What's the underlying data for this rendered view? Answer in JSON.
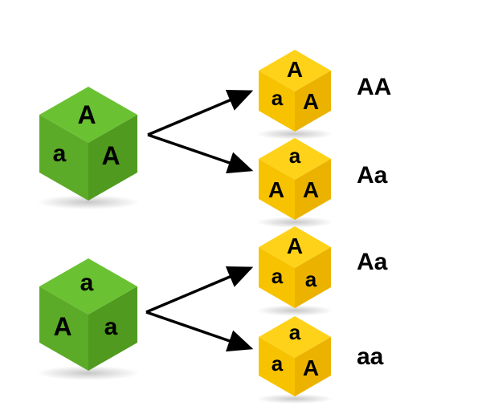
{
  "colors": {
    "green_top": "#6ac232",
    "green_left": "#5cab28",
    "green_right": "#4f9a1f",
    "yellow_top": "#ffd21a",
    "yellow_left": "#f7c300",
    "yellow_right": "#ebb300",
    "arrow": "#000000"
  },
  "parents": [
    {
      "top": "A",
      "left": "a",
      "right": "A"
    },
    {
      "top": "a",
      "left": "A",
      "right": "a"
    }
  ],
  "offspring": [
    {
      "top": "A",
      "left": "a",
      "right": "A",
      "label": "AA"
    },
    {
      "top": "a",
      "left": "A",
      "right": "A",
      "label": "Aa"
    },
    {
      "top": "A",
      "left": "a",
      "right": "a",
      "label": "Aa"
    },
    {
      "top": "a",
      "left": "a",
      "right": "A",
      "label": "aa"
    }
  ]
}
